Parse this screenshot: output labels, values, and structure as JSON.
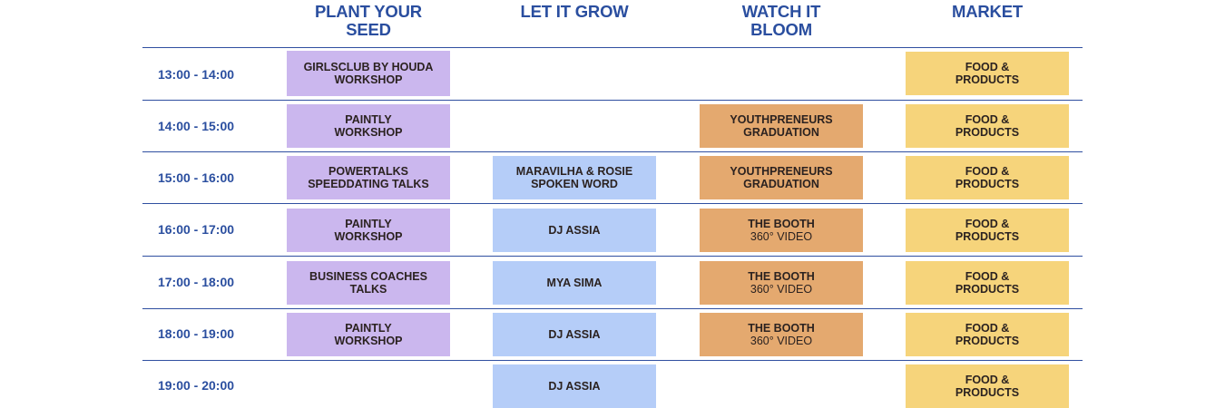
{
  "columns": [
    {
      "line1": "PLANT YOUR",
      "line2": "SEED"
    },
    {
      "line1": "LET IT GROW",
      "line2": ""
    },
    {
      "line1": "WATCH IT",
      "line2": "BLOOM"
    },
    {
      "line1": "MARKET",
      "line2": ""
    }
  ],
  "times": [
    "13:00 - 14:00",
    "14:00 - 15:00",
    "15:00 - 16:00",
    "16:00 - 17:00",
    "17:00 - 18:00",
    "18:00 - 19:00",
    "19:00 - 20:00"
  ],
  "cells": {
    "r0c0": {
      "line1": "GIRLSCLUB BY HOUDA",
      "line2": "WORKSHOP"
    },
    "r0c3": {
      "line1": "FOOD &",
      "line2": "PRODUCTS"
    },
    "r1c0": {
      "line1": "PAINTLY",
      "line2": "WORKSHOP"
    },
    "r1c2": {
      "line1": "YOUTHPRENEURS",
      "line2": "GRADUATION"
    },
    "r1c3": {
      "line1": "FOOD &",
      "line2": "PRODUCTS"
    },
    "r2c0": {
      "line1": "POWERTALKS",
      "line2": "SPEEDDATING TALKS"
    },
    "r2c1": {
      "line1": "MARAVILHA & ROSIE",
      "line2": "SPOKEN WORD"
    },
    "r2c2": {
      "line1": "YOUTHPRENEURS",
      "line2": "GRADUATION"
    },
    "r2c3": {
      "line1": "FOOD &",
      "line2": "PRODUCTS"
    },
    "r3c0": {
      "line1": "PAINTLY",
      "line2": "WORKSHOP"
    },
    "r3c1": {
      "line1": "DJ ASSIA",
      "line2": ""
    },
    "r3c2": {
      "line1": "THE BOOTH",
      "line2": "360° VIDEO"
    },
    "r3c3": {
      "line1": "FOOD &",
      "line2": "PRODUCTS"
    },
    "r4c0": {
      "line1": "BUSINESS COACHES",
      "line2": "TALKS"
    },
    "r4c1": {
      "line1": "MYA SIMA",
      "line2": ""
    },
    "r4c2": {
      "line1": "THE BOOTH",
      "line2": "360° VIDEO"
    },
    "r4c3": {
      "line1": "FOOD &",
      "line2": "PRODUCTS"
    },
    "r5c0": {
      "line1": "PAINTLY",
      "line2": "WORKSHOP"
    },
    "r5c1": {
      "line1": "DJ ASSIA",
      "line2": ""
    },
    "r5c2": {
      "line1": "THE BOOTH",
      "line2": "360° VIDEO"
    },
    "r5c3": {
      "line1": "FOOD &",
      "line2": "PRODUCTS"
    },
    "r6c1": {
      "line1": "DJ ASSIA",
      "line2": ""
    },
    "r6c3": {
      "line1": "FOOD &",
      "line2": "PRODUCTS"
    }
  },
  "colors": {
    "heading": "#2a4e9f",
    "plant": "#cbb7ee",
    "grow": "#b5cdf8",
    "bloom": "#e4a96f",
    "market": "#f6d47b"
  }
}
